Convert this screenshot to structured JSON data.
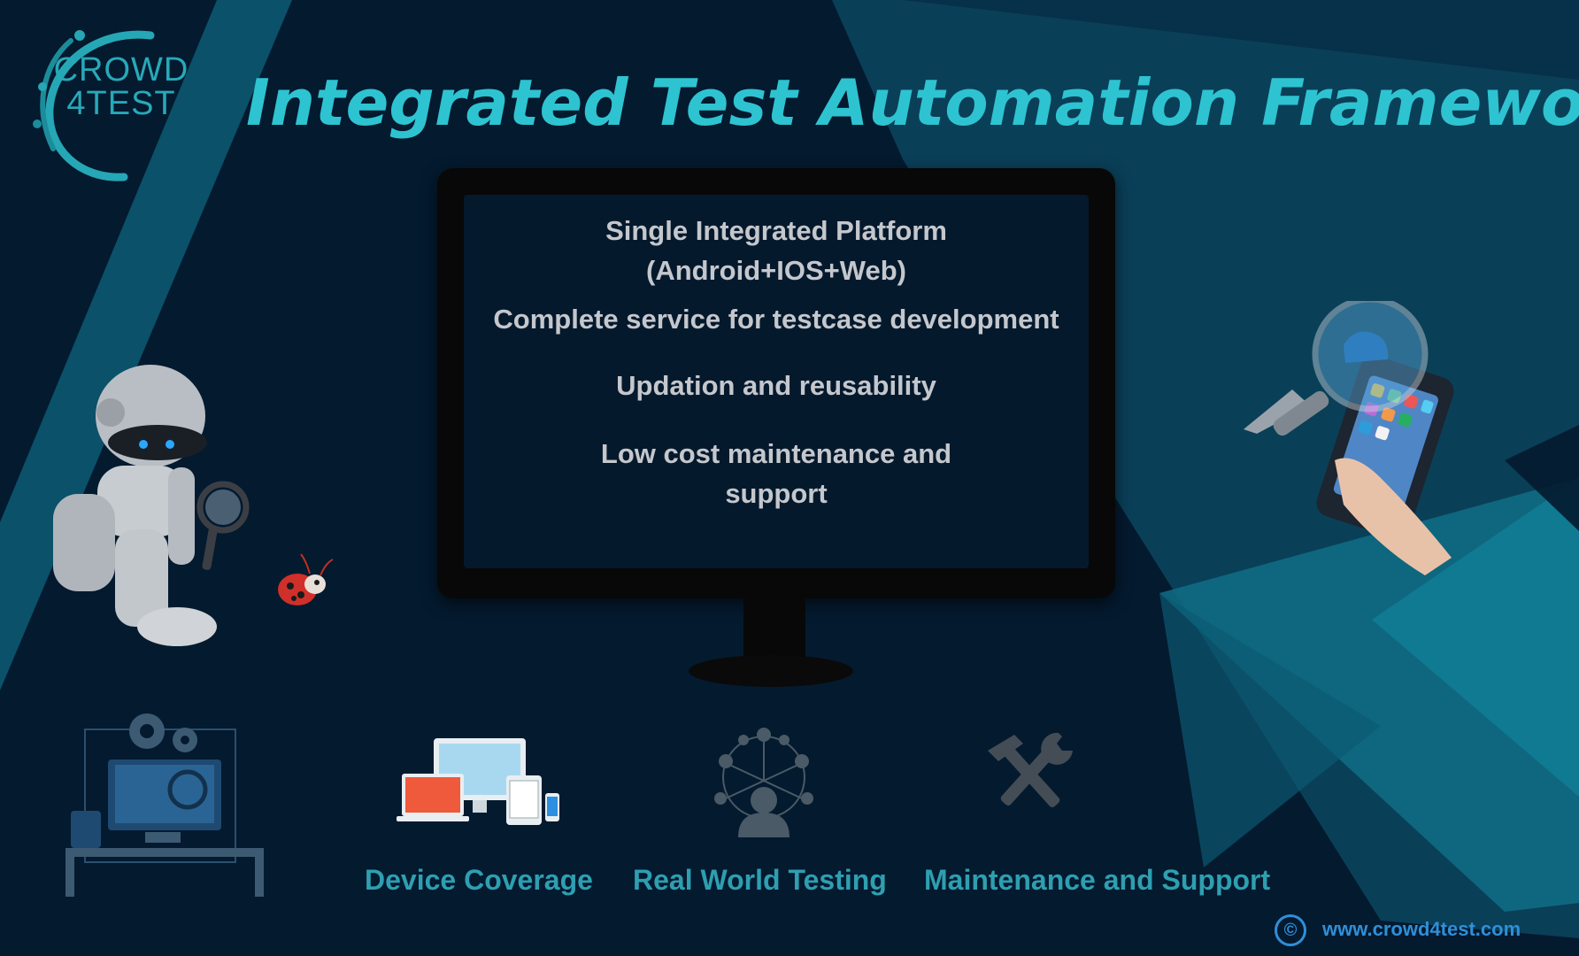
{
  "brand": {
    "logo_line1": "CROWD",
    "logo_line2": "4TEST",
    "accent_color": "#2ec3d1",
    "background_color": "#041a2f"
  },
  "header": {
    "title": "Integrated Test Automation Framework"
  },
  "monitor": {
    "features": [
      {
        "line1": "Single Integrated Platform",
        "line2": "(Android+IOS+Web)"
      },
      {
        "line1": "Complete service for testcase development",
        "line2": ""
      },
      {
        "line1": "Updation and reusability",
        "line2": ""
      },
      {
        "line1": "Low cost maintenance and",
        "line2": "support"
      }
    ]
  },
  "illustrations": {
    "left": "robot-with-magnifier-icon",
    "bug": "ladybug-icon",
    "right": "phone-with-magnifier-icon"
  },
  "bottom": {
    "icons": [
      "computer-gears-icon",
      "multi-device-icon",
      "network-people-icon",
      "hammer-wrench-icon"
    ],
    "captions": [
      "Device Coverage",
      "Real World Testing",
      "Maintenance and Support"
    ]
  },
  "footer": {
    "copyright_symbol": "©",
    "website": "www.crowd4test.com"
  }
}
